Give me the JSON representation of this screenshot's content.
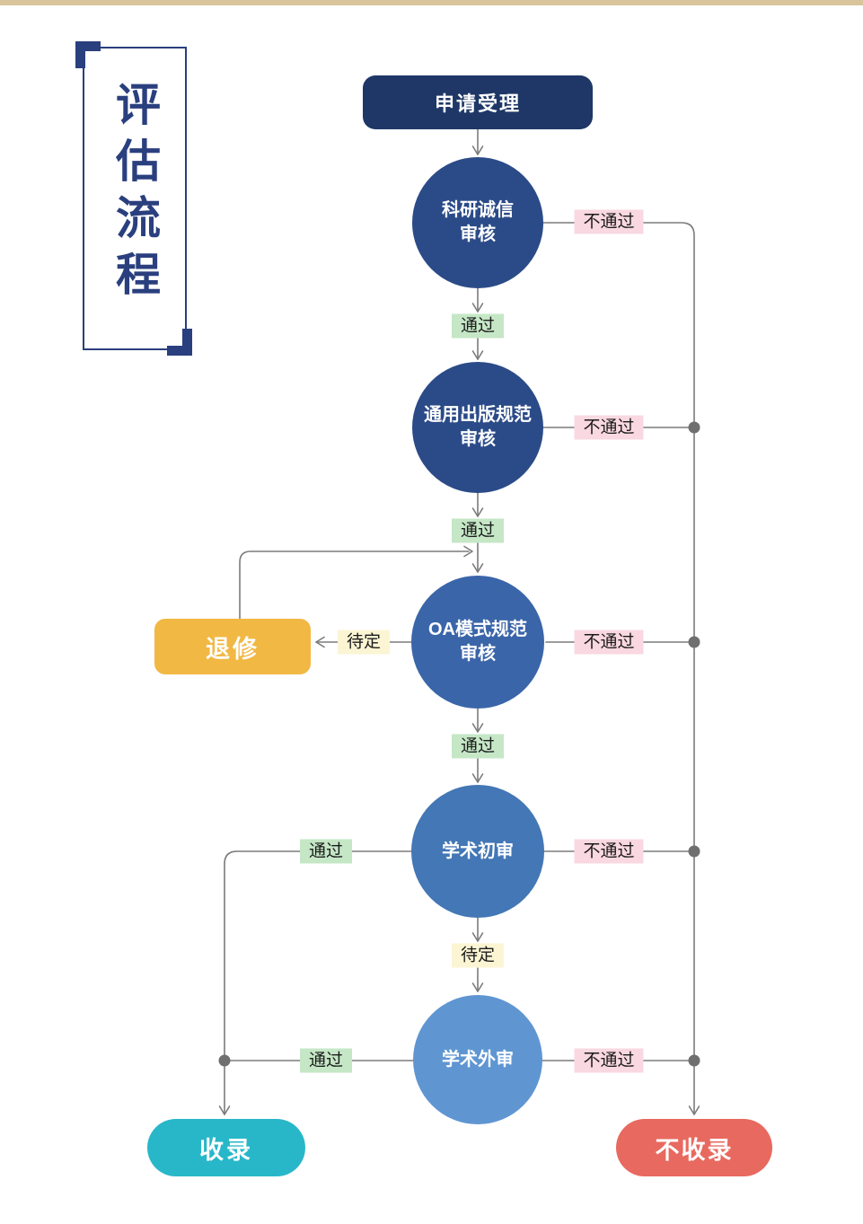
{
  "header": {
    "title": "评估流程"
  },
  "flow": {
    "start": "申请受理",
    "steps": [
      {
        "line1": "科研诚信",
        "line2": "审核"
      },
      {
        "line1": "通用出版规范",
        "line2": "审核"
      },
      {
        "line1": "OA模式规范",
        "line2": "审核"
      },
      {
        "line1": "学术初审",
        "line2": ""
      },
      {
        "line1": "学术外审",
        "line2": ""
      }
    ],
    "edge_labels": {
      "pass": "通过",
      "fail": "不通过",
      "pending": "待定"
    },
    "outcomes": {
      "revise": "退修",
      "accept": "收录",
      "reject": "不收录"
    }
  },
  "colors": {
    "top_bar": "#d9c59b",
    "title_navy": "#2a3f7e",
    "start_box": "#1e3767",
    "circle_step1": "#2b4b88",
    "circle_step2": "#2b4b88",
    "circle_step3": "#3a65a9",
    "circle_step4": "#4377b5",
    "circle_step5": "#5f96d2",
    "revise_box": "#f1b843",
    "accept_box": "#28b7c9",
    "reject_box": "#e8695f",
    "pass_label_bg": "#c5e7c6",
    "fail_label_bg": "#f9d8e1",
    "pending_label_bg": "#fcf5d4",
    "connector": "#7b7b7b"
  }
}
